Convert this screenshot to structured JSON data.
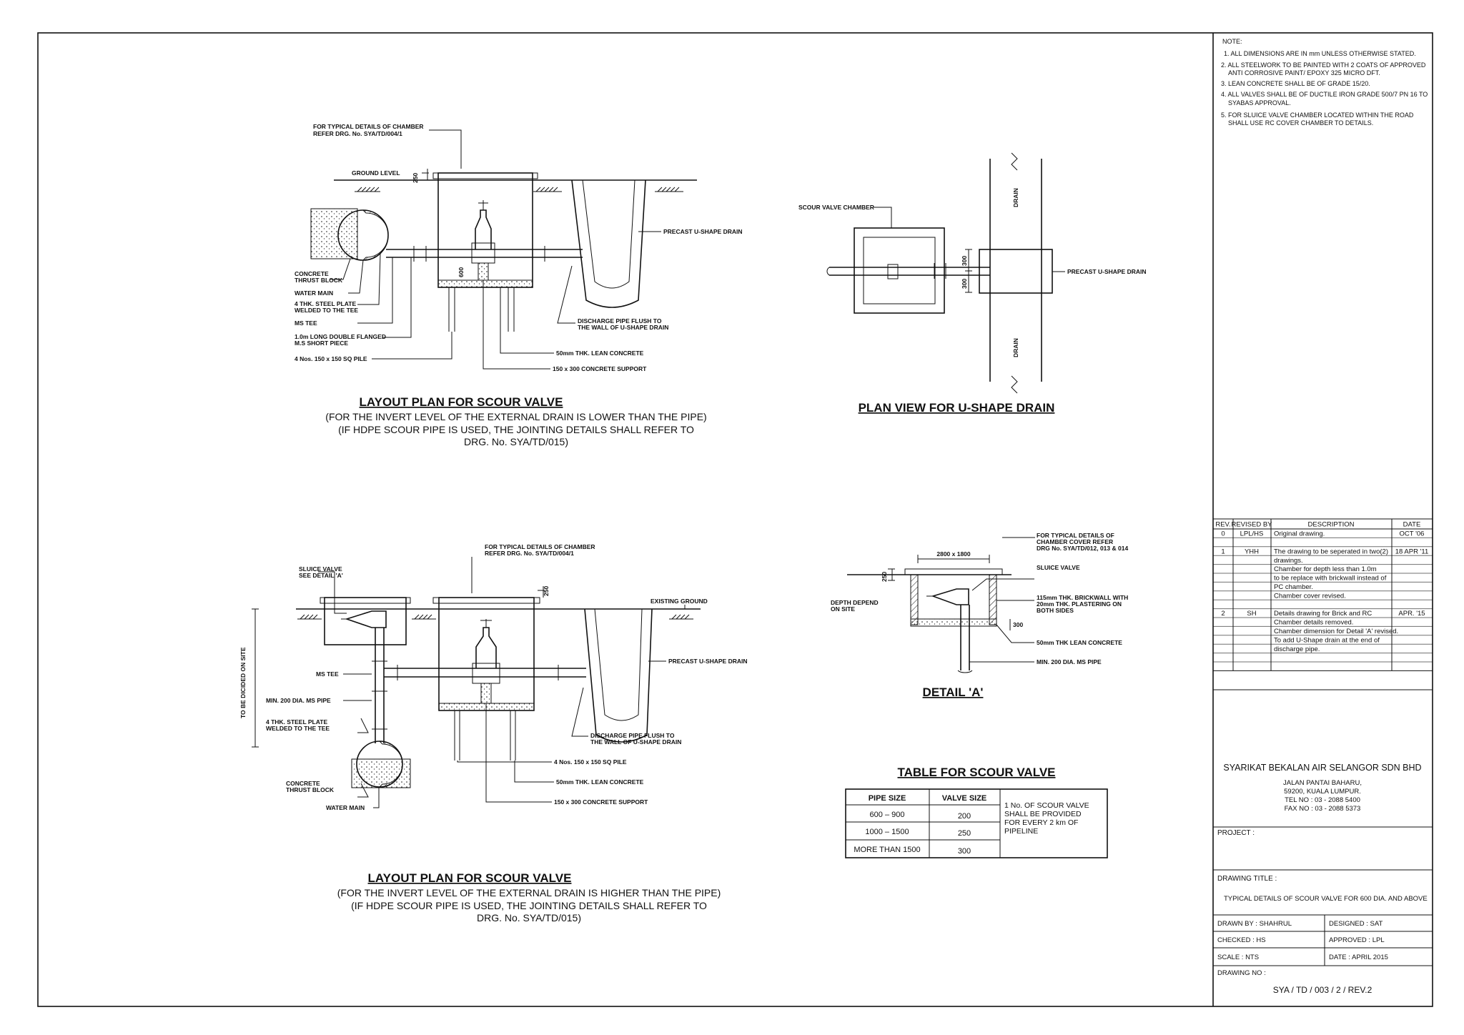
{
  "notes": {
    "heading": "NOTE:",
    "items": [
      "1. ALL DIMENSIONS ARE IN mm UNLESS OTHERWISE STATED.",
      "2. ALL STEELWORK TO BE PAINTED WITH 2 COATS OF APPROVED",
      "ANTI CORROSIVE PAINT/ EPOXY 325 MICRO DFT.",
      "3. LEAN CONCRETE SHALL BE OF GRADE 15/20.",
      "4. ALL VALVES SHALL BE OF DUCTILE IRON GRADE 500/7 PN 16 TO",
      "SYABAS APPROVAL.",
      "5. FOR SLUICE VALVE CHAMBER LOCATED WITHIN THE ROAD",
      "SHALL USE RC COVER CHAMBER TO DETAILS."
    ]
  },
  "revisions": {
    "headers": [
      "REV.",
      "REVISED BY",
      "DESCRIPTION",
      "DATE"
    ],
    "rows": [
      [
        "0",
        "LPL/HS",
        "Original drawing.",
        "OCT '06"
      ],
      [
        "",
        "",
        "",
        ""
      ],
      [
        "1",
        "YHH",
        "The drawing to be seperated in two(2)",
        "18 APR '11"
      ],
      [
        "",
        "",
        "drawings.",
        ""
      ],
      [
        "",
        "",
        "Chamber for depth less than 1.0m",
        ""
      ],
      [
        "",
        "",
        "to be replace with brickwall instead of",
        ""
      ],
      [
        "",
        "",
        "PC chamber.",
        ""
      ],
      [
        "",
        "",
        "Chamber cover revised.",
        ""
      ],
      [
        "",
        "",
        "",
        ""
      ],
      [
        "2",
        "SH",
        "Details drawing for Brick and RC",
        "APR. '15"
      ],
      [
        "",
        "",
        "Chamber details removed.",
        ""
      ],
      [
        "",
        "",
        "Chamber dimension for Detail 'A' revised.",
        ""
      ],
      [
        "",
        "",
        "To add U-Shape drain at the end of",
        ""
      ],
      [
        "",
        "",
        "discharge pipe.",
        ""
      ],
      [
        "",
        "",
        "",
        ""
      ],
      [
        "",
        "",
        "",
        ""
      ]
    ]
  },
  "company": {
    "name": "SYARIKAT BEKALAN AIR SELANGOR SDN BHD",
    "address1": "JALAN PANTAI BAHARU,",
    "address2": "59200, KUALA LUMPUR.",
    "tel": "TEL NO : 03 - 2088 5400",
    "fax": "FAX NO : 03 - 2088 5373"
  },
  "title_block": {
    "project_label": "PROJECT :",
    "drawing_title_label": "DRAWING TITLE :",
    "drawing_title": "TYPICAL DETAILS OF SCOUR VALVE FOR 600 DIA. AND ABOVE",
    "drawn_by": "DRAWN BY : SHAHRUL",
    "designed": "DESIGNED : SAT",
    "checked": "CHECKED : HS",
    "approved": "APPROVED : LPL",
    "scale": "SCALE : NTS",
    "date": "DATE : APRIL 2015",
    "drawing_no_label": "DRAWING NO :",
    "drawing_no": "SYA / TD / 003 / 2 / REV.2"
  },
  "layout1": {
    "title": "LAYOUT PLAN FOR SCOUR VALVE",
    "caption1": "(FOR THE INVERT LEVEL OF THE EXTERNAL DRAIN IS LOWER THAN THE PIPE)",
    "caption2": "(IF HDPE SCOUR PIPE IS USED, THE JOINTING DETAILS SHALL REFER TO",
    "caption3": "DRG. No. SYA/TD/015)",
    "lbl_chamber1": "FOR TYPICAL DETAILS OF CHAMBER",
    "lbl_chamber2": "REFER DRG. No. SYA/TD/004/1",
    "lbl_ground": "GROUND LEVEL",
    "dim_250": "250",
    "dim_600": "600",
    "lbl_drain": "PRECAST U-SHAPE DRAIN",
    "lbl_thrust1": "CONCRETE",
    "lbl_thrust2": "THRUST BLOCK",
    "lbl_main": "WATER MAIN",
    "lbl_plate1": "4 THK. STEEL PLATE",
    "lbl_plate2": "WELDED TO THE TEE",
    "lbl_tee": "MS TEE",
    "lbl_short1": "1.0m LONG DOUBLE FLANGED",
    "lbl_short2": "M.S SHORT PIECE",
    "lbl_pile": "4 Nos. 150 x 150 SQ PILE",
    "lbl_disch1": "DISCHARGE PIPE FLUSH TO",
    "lbl_disch2": "THE WALL OF U-SHAPE DRAIN",
    "lbl_lean": "50mm THK. LEAN CONCRETE",
    "lbl_support": "150 x 300 CONCRETE SUPPORT"
  },
  "planview": {
    "title": "PLAN VIEW FOR U-SHAPE DRAIN",
    "lbl_chamber": "SCOUR VALVE CHAMBER",
    "lbl_drain": "PRECAST U-SHAPE DRAIN",
    "lbl_drain_v1": "DRAIN",
    "lbl_drain_v2": "DRAIN",
    "dim_a": "300",
    "dim_b": "300"
  },
  "layout2": {
    "title": "LAYOUT PLAN FOR SCOUR VALVE",
    "caption1": "(FOR THE INVERT LEVEL OF THE EXTERNAL DRAIN IS HIGHER THAN THE PIPE)",
    "caption2": "(IF HDPE SCOUR PIPE IS USED, THE JOINTING DETAILS SHALL REFER TO",
    "caption3": "DRG. No. SYA/TD/015)",
    "lbl_sluice1": "SLUICE VALVE",
    "lbl_sluice2": "SEE DETAIL 'A'",
    "lbl_chamber1": "FOR TYPICAL DETAILS OF CHAMBER",
    "lbl_chamber2": "REFER DRG. No. SYA/TD/004/1",
    "dim_250": "250",
    "lbl_existing": "EXISTING GROUND",
    "lbl_decided": "TO BE DICIDED ON SITE",
    "lbl_drain": "PRECAST U-SHAPE DRAIN",
    "lbl_tee": "MS TEE",
    "lbl_pipe": "MIN. 200 DIA. MS PIPE",
    "lbl_plate1": "4 THK. STEEL PLATE",
    "lbl_plate2": "WELDED TO THE TEE",
    "lbl_thrust1": "CONCRETE",
    "lbl_thrust2": "THRUST BLOCK",
    "lbl_main": "WATER MAIN",
    "lbl_disch1": "DISCHARGE PIPE FLUSH TO",
    "lbl_disch2": "THE WALL OF U-SHAPE DRAIN",
    "lbl_pile": "4 Nos. 150 x 150 SQ PILE",
    "lbl_lean": "50mm THK. LEAN CONCRETE",
    "lbl_support": "150 x 300 CONCRETE SUPPORT"
  },
  "detail_a": {
    "title": "DETAIL 'A'",
    "dim_top": "2800 x 1800",
    "dim_250": "250",
    "dim_300": "300",
    "lbl_cover1": "FOR TYPICAL DETAILS OF",
    "lbl_cover2": "CHAMBER COVER REFER",
    "lbl_cover3": "DRG No. SYA/TD/012, 013 & 014",
    "lbl_sluice": "SLUICE VALVE",
    "lbl_depth1": "DEPTH DEPEND",
    "lbl_depth2": "ON SITE",
    "lbl_brick1": "115mm THK. BRICKWALL WITH",
    "lbl_brick2": "20mm THK. PLASTERING ON",
    "lbl_brick3": "BOTH SIDES",
    "lbl_lean": "50mm THK LEAN CONCRETE",
    "lbl_pipe": "MIN. 200 DIA. MS PIPE"
  },
  "scour_table": {
    "title": "TABLE FOR SCOUR VALVE",
    "headers": [
      "PIPE SIZE",
      "VALVE SIZE"
    ],
    "rows": [
      [
        "600  –  900",
        "200"
      ],
      [
        "1000  –  1500",
        "250"
      ],
      [
        "MORE THAN 1500",
        "300"
      ]
    ],
    "remark1": "1 No. OF SCOUR VALVE",
    "remark2": "SHALL BE PROVIDED",
    "remark3": "FOR EVERY 2 km OF",
    "remark4": "PIPELINE"
  }
}
